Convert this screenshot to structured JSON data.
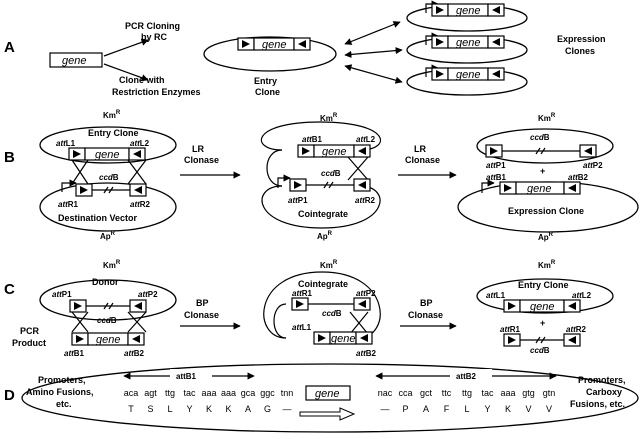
{
  "panels": [
    "A",
    "B",
    "C",
    "D"
  ],
  "gene": "gene",
  "panel_a": {
    "pcr_cloning": [
      "PCR Cloning",
      "by RC"
    ],
    "clone_restriction": [
      "Clone with",
      "Restriction Enzymes"
    ],
    "entry_clone": [
      "Entry",
      "Clone"
    ],
    "expression_clones": [
      "Expression",
      "Clones"
    ]
  },
  "panel_b": {
    "km": "Km",
    "ap": "Ap",
    "resistance_sup": "R",
    "entry_clone": "Entry Clone",
    "destination_vector": "Destination Vector",
    "cointegrate": "Cointegrate",
    "expression_clone": "Expression Clone",
    "lr_clonase": [
      "LR",
      "Clonase"
    ],
    "att_prefix": "att",
    "sites": {
      "L1": "L1",
      "L2": "L2",
      "R1": "R1",
      "R2": "R2",
      "B1": "B1",
      "B2": "B2",
      "P1": "P1",
      "P2": "P2"
    },
    "ccdb": "ccd",
    "ccdb_suffix": "B",
    "plus": "+"
  },
  "panel_c": {
    "donor": "Donor",
    "pcr_product": [
      "PCR",
      "Product"
    ],
    "bp_clonase": [
      "BP",
      "Clonase"
    ],
    "cointegrate": "Cointegrate",
    "entry_clone": "Entry Clone"
  },
  "panel_d": {
    "left_label": [
      "Promoters,",
      "Amino Fusions,",
      "etc."
    ],
    "right_label": [
      "Promoters,",
      "Carboxy",
      "Fusions, etc."
    ],
    "attb1": "attB1",
    "attb2": "attB2",
    "codons_left": [
      "aca",
      "agt",
      "ttg",
      "tac",
      "aaa",
      "aaa",
      "gca",
      "ggc",
      "tnn"
    ],
    "aa_left": [
      "T",
      "S",
      "L",
      "Y",
      "K",
      "K",
      "A",
      "G",
      "—"
    ],
    "codons_right": [
      "nac",
      "cca",
      "gct",
      "ttc",
      "ttg",
      "tac",
      "aaa",
      "gtg",
      "gtn"
    ],
    "aa_right": [
      "—",
      "P",
      "A",
      "F",
      "L",
      "Y",
      "K",
      "V",
      "V"
    ]
  }
}
